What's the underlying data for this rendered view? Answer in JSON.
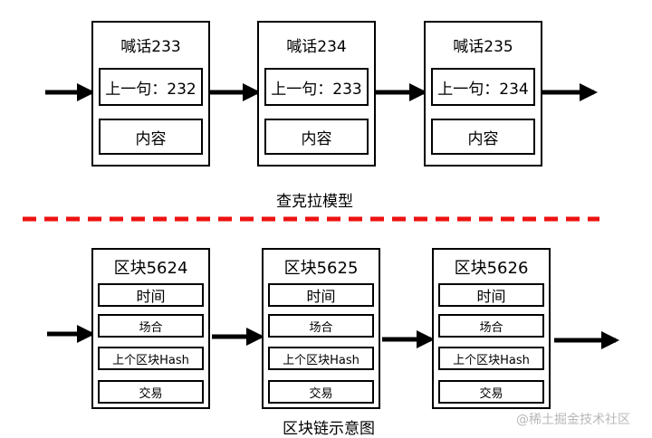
{
  "chain_top": {
    "caption": "查克拉模型",
    "blocks": [
      {
        "title": "喊话233",
        "prev": "上一句：232",
        "content": "内容"
      },
      {
        "title": "喊话234",
        "prev": "上一句：233",
        "content": "内容"
      },
      {
        "title": "喊话235",
        "prev": "上一句：234",
        "content": "内容"
      }
    ]
  },
  "chain_bottom": {
    "caption": "区块链示意图",
    "blocks": [
      {
        "title": "区块5624",
        "time": "时间",
        "place": "场合",
        "prev_hash": "上个区块Hash",
        "trade": "交易"
      },
      {
        "title": "区块5625",
        "time": "时间",
        "place": "场合",
        "prev_hash": "上个区块Hash",
        "trade": "交易"
      },
      {
        "title": "区块5626",
        "time": "时间",
        "place": "场合",
        "prev_hash": "上个区块Hash",
        "trade": "交易"
      }
    ]
  },
  "divider_color": "#ee1111",
  "watermark": "@稀土掘金技术社区"
}
